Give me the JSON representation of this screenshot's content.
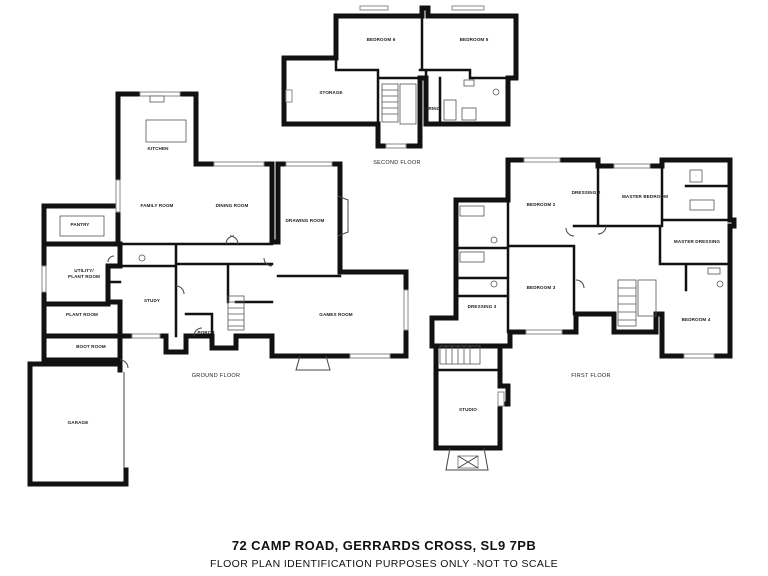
{
  "title": "72 CAMP ROAD, GERRARDS CROSS, SL9 7PB",
  "subtitle": "FLOOR PLAN IDENTIFICATION PURPOSES ONLY -NOT TO SCALE",
  "floors": {
    "ground": "GROUND FLOOR",
    "first": "FIRST FLOOR",
    "second": "SECOND FLOOR"
  },
  "rooms": {
    "ground": {
      "kitchen": "KITCHEN",
      "family_room": "FAMILY ROOM",
      "dining_room": "DINING ROOM",
      "drawing_room": "DRAWING ROOM",
      "pantry": "PANTRY",
      "utility": "UTILITY/",
      "plant_room_2": "PLANT ROOM",
      "study": "STUDY",
      "plant_room": "PLANT ROOM",
      "boot_room": "BOOT ROOM",
      "porch": "PORCH",
      "games_room": "GAMES ROOM",
      "garage": "GARAGE"
    },
    "first": {
      "bedroom_2": "BEDROOM 2",
      "dressing_2": "DRESSING 2",
      "master_bedroom": "MASTER BEDROOM",
      "master_dressing": "MASTER DRESSING",
      "bedroom_3": "BEDROOM 3",
      "dressing_3": "DRESSING 3",
      "bedroom_4": "BEDROOM 4",
      "studio": "STUDIO"
    },
    "second": {
      "bedroom_6": "BEDROOM 6",
      "bedroom_5": "BEDROOM 5",
      "storage": "STORAGE",
      "airing": "AIRING"
    }
  }
}
